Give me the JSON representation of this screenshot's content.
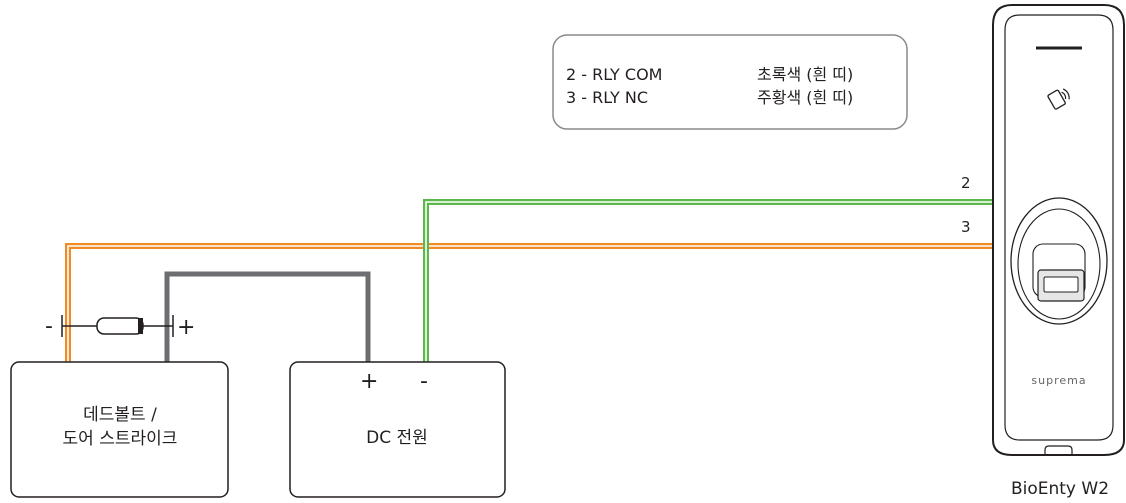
{
  "legend": {
    "rows": [
      {
        "pin": "2 - RLY COM",
        "color": "초록색 (흰 띠)"
      },
      {
        "pin": "3 - RLY NC",
        "color": "주황색 (흰 띠)"
      }
    ]
  },
  "wires": {
    "wire2_label": "2",
    "wire3_label": "3",
    "green": "#5cb84a",
    "orange": "#f08a24",
    "gray": "#6d6e71"
  },
  "lock": {
    "line1": "데드볼트 /",
    "line2": "도어 스트라이크",
    "minus": "-",
    "plus": "+"
  },
  "power": {
    "label": "DC 전원",
    "plus": "+",
    "minus": "-"
  },
  "device": {
    "name": "BioEnty W2",
    "brand": "suprema"
  }
}
